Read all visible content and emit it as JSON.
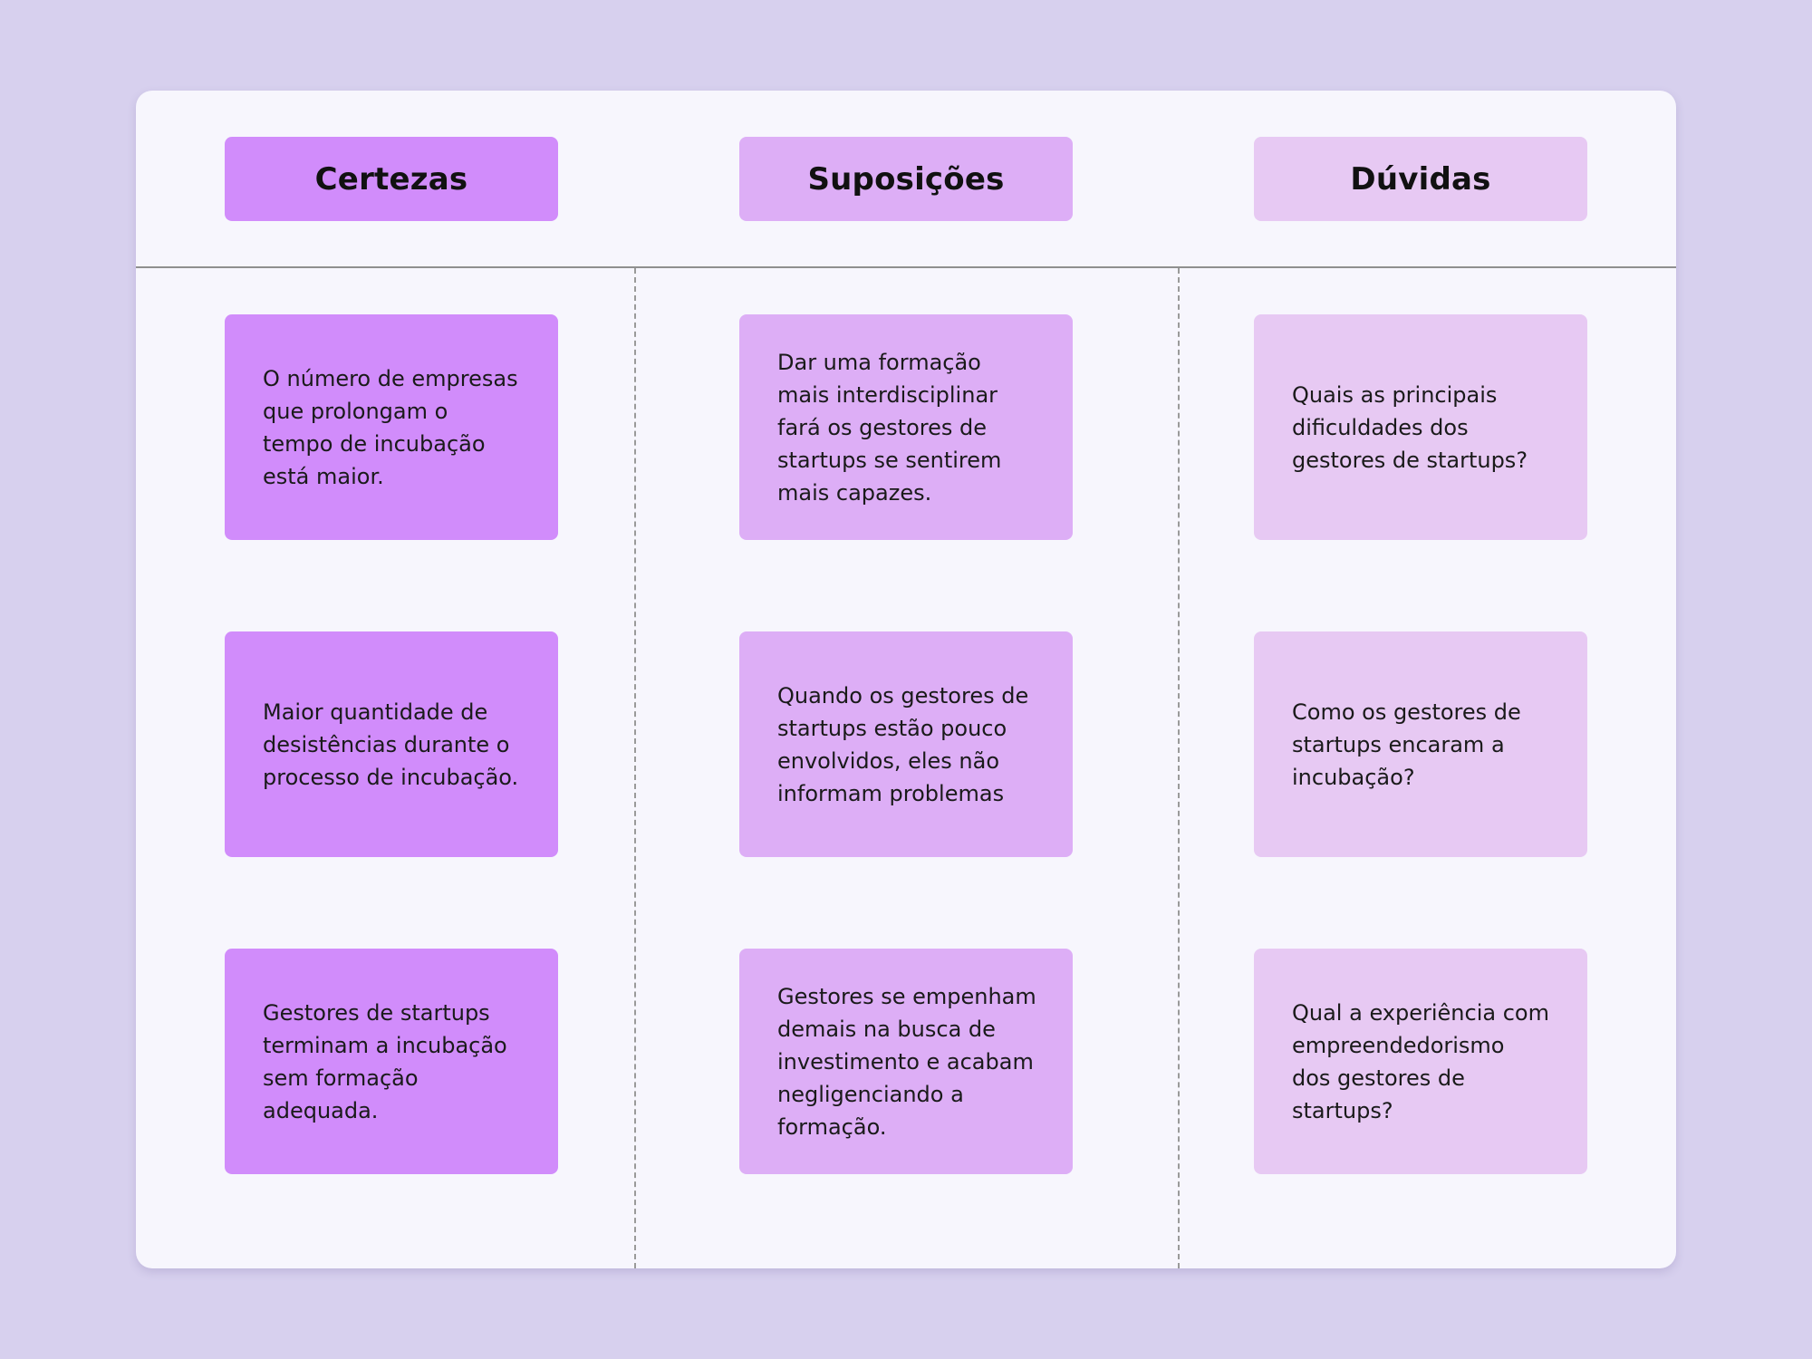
{
  "colors": {
    "background": "#d7d0ee",
    "board": "#f7f6fd",
    "certezas": "#d18cfb",
    "suposicoes": "#ddaef6",
    "duvidas": "#e7c9f3"
  },
  "columns": [
    {
      "title": "Certezas",
      "cards": [
        "O número de empresas\nque prolongam o\ntempo de incubação\nestá maior.",
        "Maior quantidade  de\ndesistências durante o\nprocesso de incubação.",
        "Gestores de startups\nterminam a incubação\nsem formação\nadequada."
      ]
    },
    {
      "title": "Suposições",
      "cards": [
        "Dar uma formação\nmais interdisciplinar\nfará os gestores de\nstartups se sentirem\nmais capazes.",
        "Quando os gestores de\nstartups estão pouco\nenvolvidos, eles não\ninformam problemas",
        "Gestores se empenham\ndemais na busca de\ninvestimento e acabam\nnegligenciando a\nformação."
      ]
    },
    {
      "title": "Dúvidas",
      "cards": [
        "Quais as principais\ndificuldades dos\ngestores de startups?",
        "Como os gestores de\nstartups encaram a\nincubação?",
        "Qual a experiência com\nempreendedorismo\ndos gestores de\nstartups?"
      ]
    }
  ]
}
